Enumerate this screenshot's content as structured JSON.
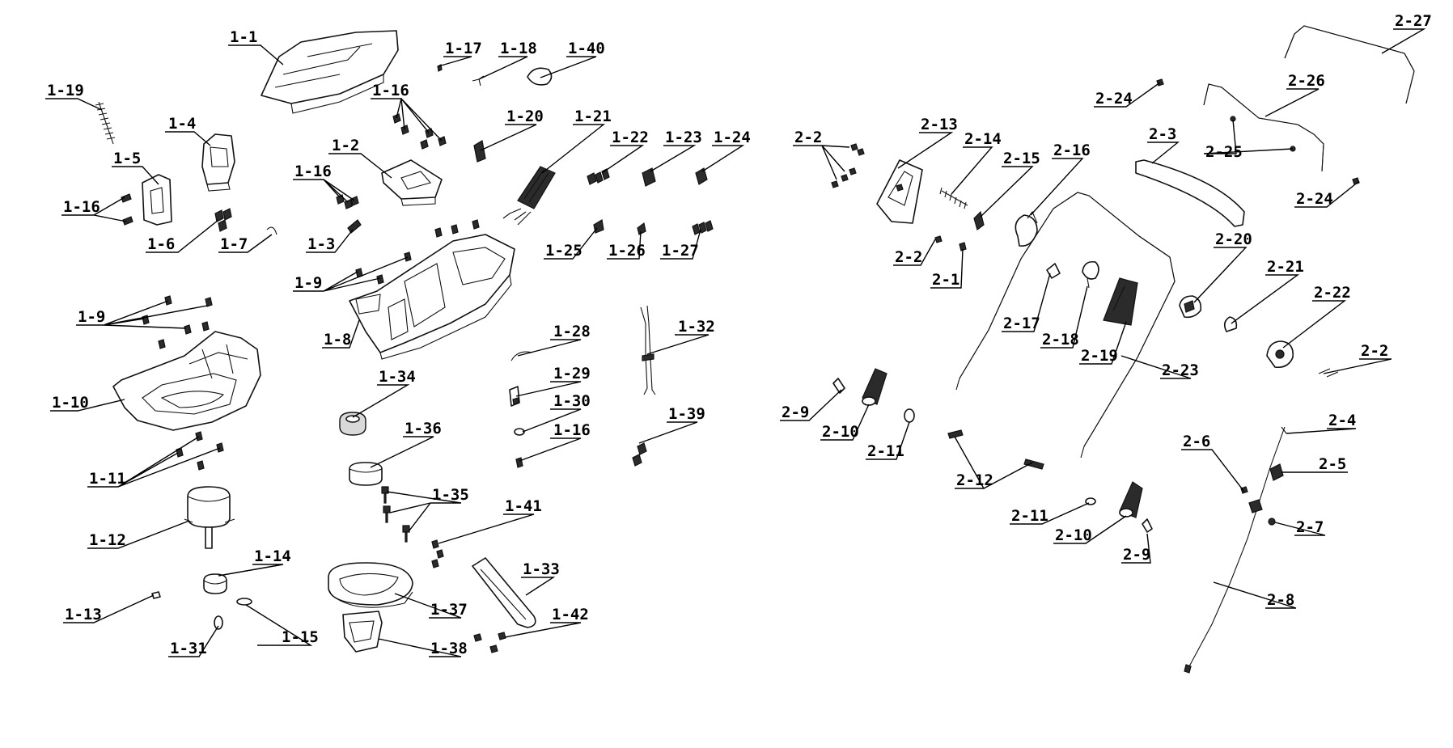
{
  "callouts_left": {
    "c1_1": "1-1",
    "c1_2": "1-2",
    "c1_3": "1-3",
    "c1_4": "1-4",
    "c1_5": "1-5",
    "c1_6": "1-6",
    "c1_7": "1-7",
    "c1_8": "1-8",
    "c1_9a": "1-9",
    "c1_9b": "1-9",
    "c1_10": "1-10",
    "c1_11": "1-11",
    "c1_12": "1-12",
    "c1_13": "1-13",
    "c1_14": "1-14",
    "c1_15": "1-15",
    "c1_16a": "1-16",
    "c1_16b": "1-16",
    "c1_16c": "1-16",
    "c1_16d": "1-16",
    "c1_17": "1-17",
    "c1_18": "1-18",
    "c1_19": "1-19",
    "c1_20": "1-20",
    "c1_21": "1-21",
    "c1_22": "1-22",
    "c1_23": "1-23",
    "c1_24": "1-24",
    "c1_25": "1-25",
    "c1_26": "1-26",
    "c1_27": "1-27",
    "c1_28": "1-28",
    "c1_29": "1-29",
    "c1_30": "1-30",
    "c1_31": "1-31",
    "c1_32": "1-32",
    "c1_33": "1-33",
    "c1_34": "1-34",
    "c1_35": "1-35",
    "c1_36": "1-36",
    "c1_37": "1-37",
    "c1_38": "1-38",
    "c1_39": "1-39",
    "c1_40": "1-40",
    "c1_41": "1-41",
    "c1_42": "1-42"
  },
  "callouts_right": {
    "c2_1": "2-1",
    "c2_2a": "2-2",
    "c2_2b": "2-2",
    "c2_2c": "2-2",
    "c2_3": "2-3",
    "c2_4": "2-4",
    "c2_5": "2-5",
    "c2_6": "2-6",
    "c2_7": "2-7",
    "c2_8": "2-8",
    "c2_9a": "2-9",
    "c2_9b": "2-9",
    "c2_10a": "2-10",
    "c2_10b": "2-10",
    "c2_11a": "2-11",
    "c2_11b": "2-11",
    "c2_12": "2-12",
    "c2_13": "2-13",
    "c2_14": "2-14",
    "c2_15": "2-15",
    "c2_16": "2-16",
    "c2_17": "2-17",
    "c2_18": "2-18",
    "c2_19": "2-19",
    "c2_20": "2-20",
    "c2_21": "2-21",
    "c2_22": "2-22",
    "c2_23": "2-23",
    "c2_24a": "2-24",
    "c2_24b": "2-24",
    "c2_25": "2-25",
    "c2_26": "2-26",
    "c2_27": "2-27"
  }
}
